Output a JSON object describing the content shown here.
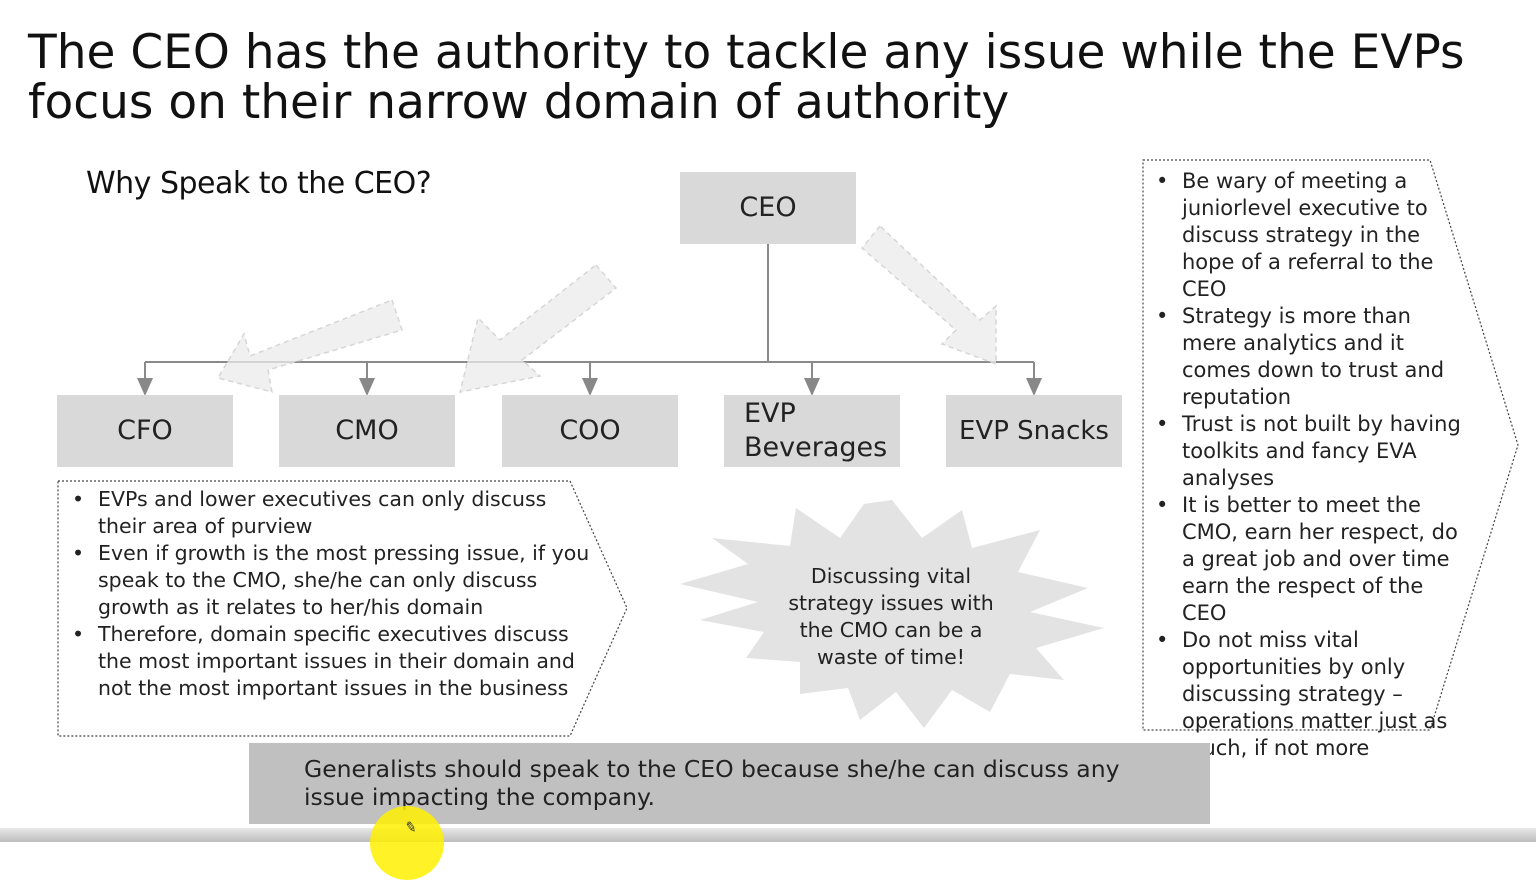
{
  "title": "The CEO has the authority to tackle any issue while the EVPs focus on their narrow domain of authority",
  "subtitle": "Why Speak to the CEO?",
  "org_chart": {
    "top": "CEO",
    "children": [
      "CFO",
      "CMO",
      "COO",
      "EVP Beverages",
      "EVP Snacks"
    ]
  },
  "left_callout": [
    "EVPs and lower executives can only discuss their area of purview",
    "Even if growth is the most pressing issue, if you speak to the CMO, she/he can only discuss growth as it relates to her/his domain",
    "Therefore, domain specific executives discuss the most important issues in their domain and not the most important issues in the business"
  ],
  "burst": "Discussing vital strategy issues with the CMO can be a waste of time!",
  "right_callout": [
    "Be wary of meeting a juniorlevel executive to discuss strategy in the hope of a referral to the CEO",
    "Strategy is more than mere analytics and it comes down to trust and reputation",
    "Trust is not built by having toolkits and fancy EVA analyses",
    "It is better to meet the CMO, earn her respect, do a great job and over time earn the respect of the CEO",
    "Do not miss vital opportunities by only discussing strategy – operations matter just as much, if not more"
  ],
  "banner": "Generalists should speak to the CEO because she/he can discuss any issue impacting the company.",
  "icons": {
    "cursor": "cursor-highlight-icon",
    "pen": "pen-icon"
  },
  "colors": {
    "box_fill": "#d9d9d9",
    "banner_fill": "#c0c0c0",
    "highlight": "#fff000"
  }
}
